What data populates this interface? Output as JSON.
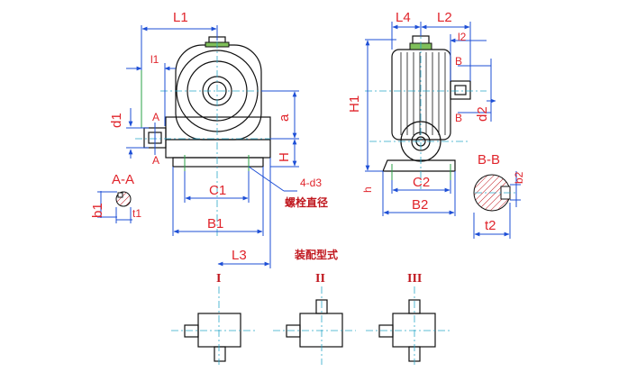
{
  "labels": {
    "L1": "L1",
    "l1": "l1",
    "A_top": "A",
    "A_bottom": "A",
    "d1": "d1",
    "a": "a",
    "H": "H",
    "d3": "4-d3",
    "bolt_hole_dia": "螺栓直径",
    "C1": "C1",
    "B1": "B1",
    "L3": "L3",
    "section_AA": "A-A",
    "b1": "b1",
    "t1": "t1",
    "L4": "L4",
    "L2": "L2",
    "l2": "l2",
    "B_top": "B",
    "B_bottom": "B",
    "H1": "H1",
    "d2": "d2",
    "h": "h",
    "C2": "C2",
    "B2": "B2",
    "section_BB": "B-B",
    "b2": "b2",
    "t2": "t2",
    "assembly_title": "装配型式",
    "type_I": "I",
    "type_II": "II",
    "type_III": "III"
  }
}
